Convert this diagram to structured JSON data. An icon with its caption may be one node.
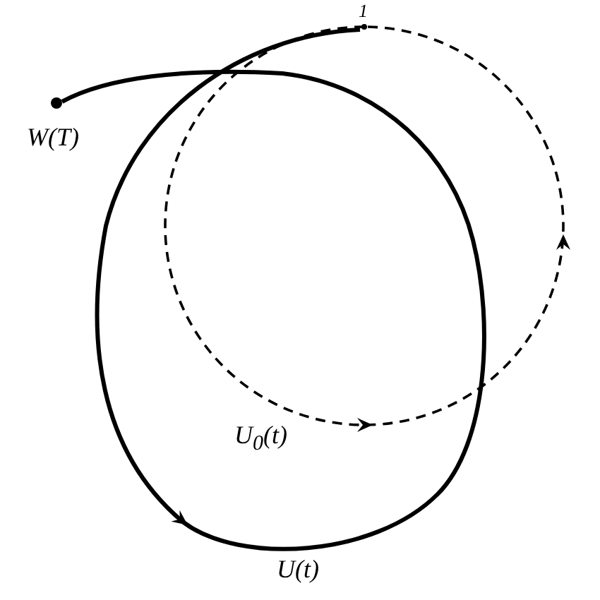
{
  "diagram": {
    "nodes": [
      {
        "text": [
          "1"
        ]
      },
      {
        "text": [
          "W(T)"
        ]
      }
    ],
    "edges": [
      {
        "from": 0,
        "to": 1,
        "arrow": "to",
        "label": "U(t)"
      },
      {
        "from": 0,
        "to": 0,
        "arrow": "to",
        "label": "U$_{0}$(t)",
        "style": "dashed"
      }
    ]
  }
}
